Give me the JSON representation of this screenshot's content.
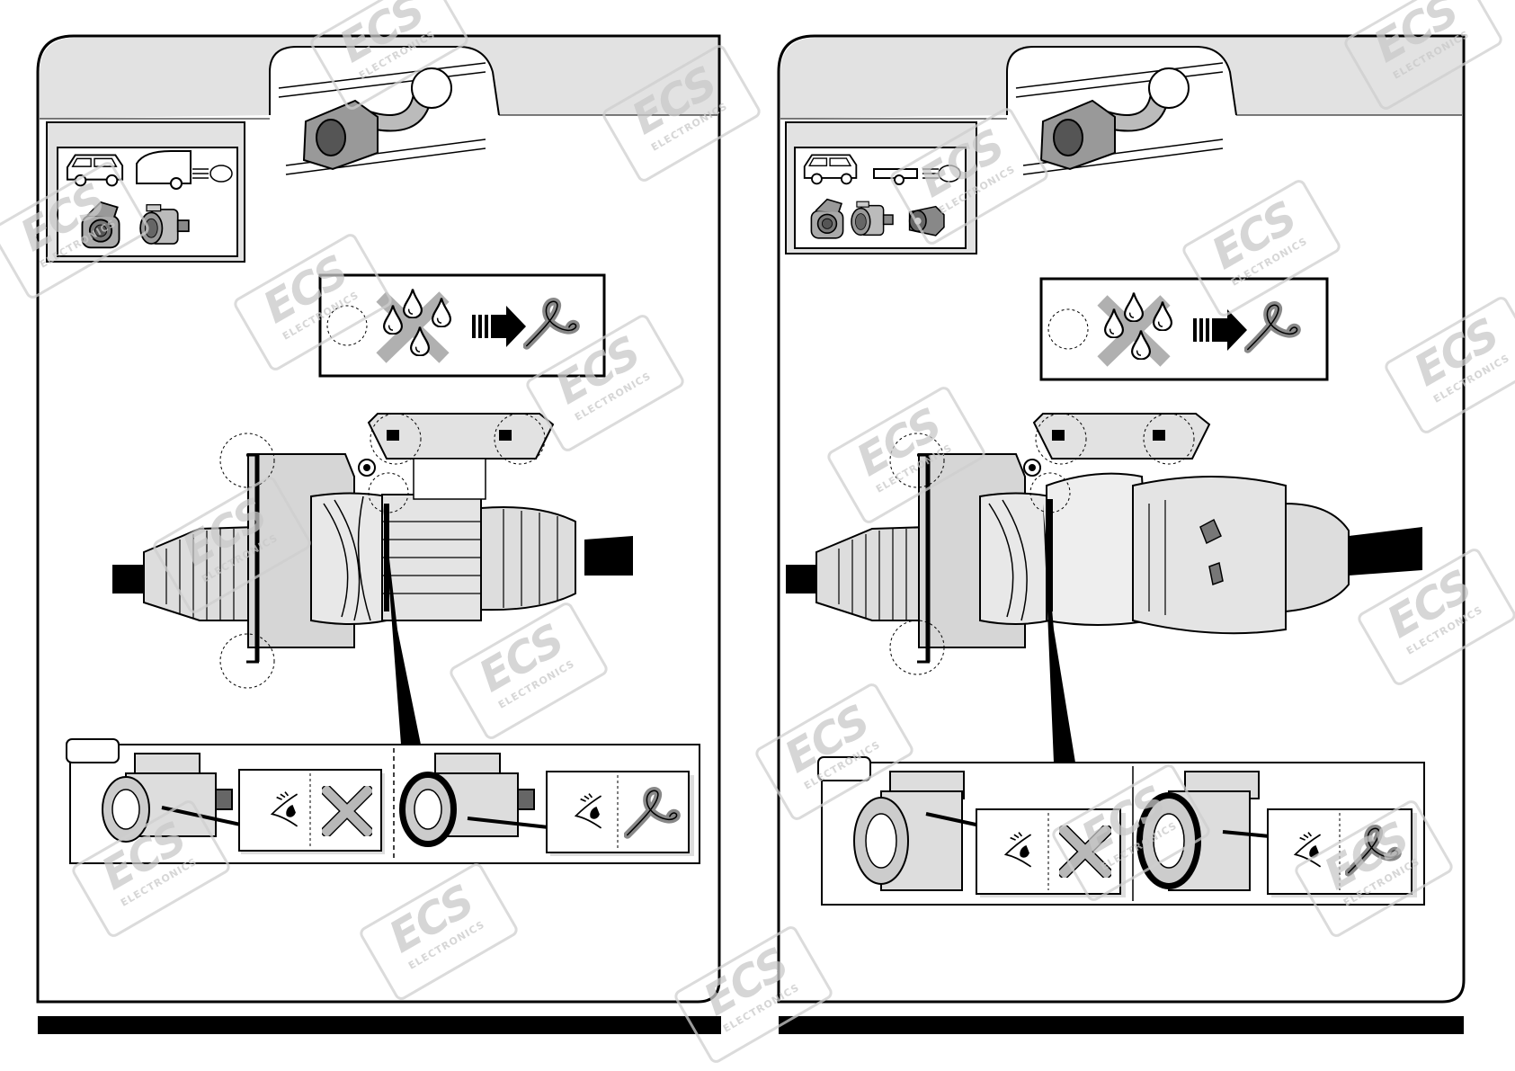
{
  "watermark": {
    "brand": "ECS",
    "tagline": "ELECTRONICS"
  },
  "panels": [
    {
      "id": "left",
      "scenario": "caravan-13pin",
      "steps": [
        "dry-connector",
        "attach-seal",
        "inspect-seal"
      ]
    },
    {
      "id": "right",
      "scenario": "trailer-13pin-to-7pin-adapter",
      "steps": [
        "dry-connector",
        "attach-seal",
        "inspect-seal"
      ]
    }
  ],
  "icons": [
    "car-icon",
    "caravan-icon",
    "trailer-icon",
    "socket-icon",
    "plug-icon",
    "water-drop-icon",
    "arrow-icon",
    "check-icon",
    "cross-icon",
    "eye-icon",
    "tow-bar-icon"
  ],
  "colors": {
    "ink": "#000000",
    "frame_fill": "#e2e2e2",
    "body_fill": "#d8d8d8",
    "watermark": "#cfcfcf"
  }
}
